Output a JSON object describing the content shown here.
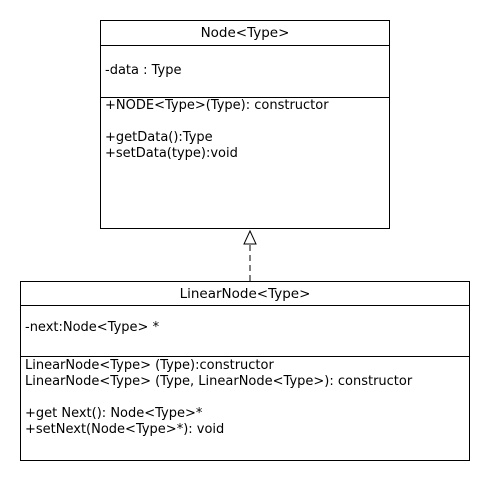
{
  "classes": {
    "node": {
      "name": "Node<Type>",
      "attributes": [
        "-data : Type"
      ],
      "operations": [
        "+NODE<Type>(Type): constructor",
        "",
        "+getData():Type",
        "+setData(type):void"
      ]
    },
    "linear_node": {
      "name": "LinearNode<Type>",
      "attributes": [
        "-next:Node<Type> *"
      ],
      "operations": [
        "LinearNode<Type> (Type):constructor",
        "LinearNode<Type> (Type, LinearNode<Type>): constructor",
        "",
        "+get Next(): Node<Type>*",
        "+setNext(Node<Type>*): void"
      ]
    }
  },
  "relationship": {
    "type": "realization",
    "from": "LinearNode<Type>",
    "to": "Node<Type>"
  }
}
